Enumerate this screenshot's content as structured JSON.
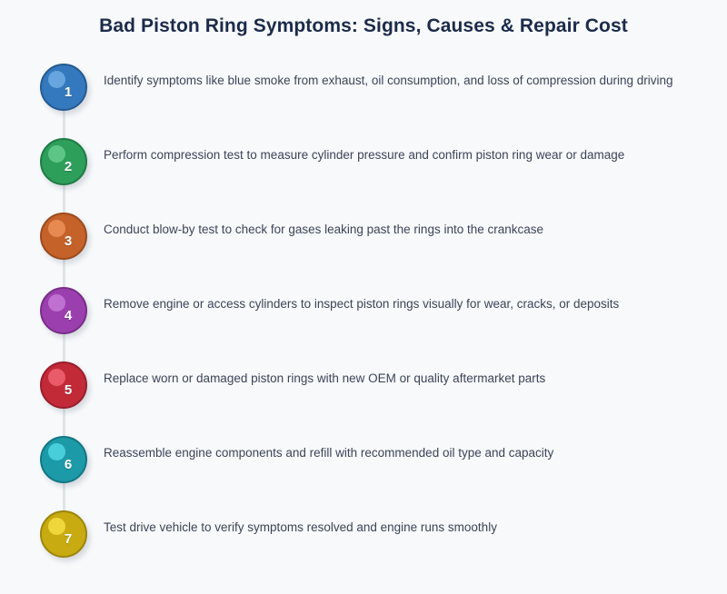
{
  "title": "Bad Piston Ring Symptoms: Signs, Causes & Repair Cost",
  "background_color": "#f7f9fb",
  "title_color": "#1c2b4a",
  "text_color": "#3c4457",
  "connector_color": "#dfe3e8",
  "steps": [
    {
      "number": "1",
      "text": "Identify symptoms like blue smoke from exhaust, oil consumption, and loss of compression during driving",
      "fill": "#3478bd",
      "border": "#255b91",
      "highlight": "#6aa9e0"
    },
    {
      "number": "2",
      "text": "Perform compression test to measure cylinder pressure and confirm piston ring wear or damage",
      "fill": "#2e9e5b",
      "border": "#1f7b44",
      "highlight": "#62c98a"
    },
    {
      "number": "3",
      "text": "Conduct blow-by test to check for gases leaking past the rings into the crankcase",
      "fill": "#c4622a",
      "border": "#9a4b1e",
      "highlight": "#e88d56"
    },
    {
      "number": "4",
      "text": "Remove engine or access cylinders to inspect piston rings visually for wear, cracks, or deposits",
      "fill": "#9b3fae",
      "border": "#772f88",
      "highlight": "#c274d4"
    },
    {
      "number": "5",
      "text": "Replace worn or damaged piston rings with new OEM or quality aftermarket parts",
      "fill": "#c32a38",
      "border": "#97202b",
      "highlight": "#ed5f6c"
    },
    {
      "number": "6",
      "text": "Reassemble engine components and refill with recommended oil type and capacity",
      "fill": "#1d9aa8",
      "border": "#137683",
      "highlight": "#4cd3e0"
    },
    {
      "number": "7",
      "text": "Test drive vehicle to verify symptoms resolved and engine runs smoothly",
      "fill": "#c8ab11",
      "border": "#9c850b",
      "highlight": "#f2d93f"
    }
  ]
}
